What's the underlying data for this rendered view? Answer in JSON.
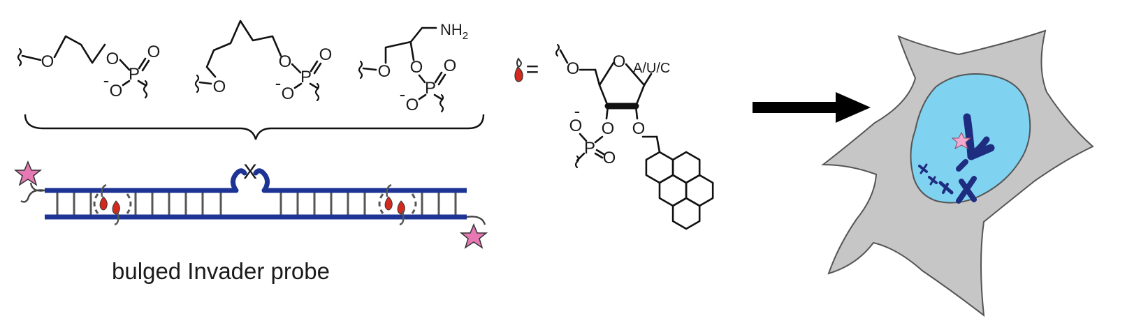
{
  "caption": "bulged Invader probe",
  "bulge_label": "X",
  "equals_sign": "=",
  "atoms": {
    "oxygen": "O",
    "phosphorus": "P",
    "minus": "-",
    "amine": "NH",
    "amine_subscript": "2",
    "bases": "A/U/C"
  },
  "colors": {
    "duplex_strand": "#1e3494",
    "rungs": "#555555",
    "monomer": "#d42a1e",
    "fluorophore_star": "#e678b4",
    "cell": "#c6c6c6",
    "nucleus": "#7fd3f1",
    "chromosome": "#1e2d80",
    "arrow": "#000000"
  },
  "icons": [
    "fluorophore-star-icon",
    "pyrene-monomer-icon",
    "reaction-arrow-icon",
    "cell-icon",
    "chromosome-icon"
  ]
}
